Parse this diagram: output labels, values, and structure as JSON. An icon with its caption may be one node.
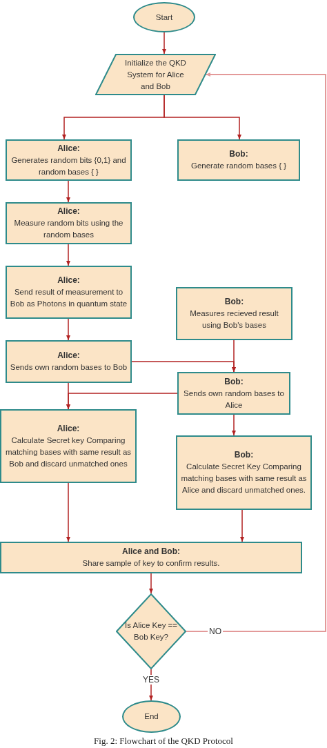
{
  "diagram": {
    "caption": "Fig. 2: Flowchart of the QKD Protocol",
    "nodes": [
      {
        "text": [
          "Start"
        ]
      },
      {
        "text": [
          "Initialize the QKD System for Alice and Bob"
        ]
      },
      {
        "text": [
          "Alice:",
          "Generates random bits {0,1} and random bases { }"
        ]
      },
      {
        "text": [
          "Bob:",
          "Generate random bases { }"
        ]
      },
      {
        "text": [
          "Alice:",
          "Measure random bits using the random bases"
        ]
      },
      {
        "text": [
          "Alice:",
          "Send result of measurement to Bob as Photons in quantum state"
        ]
      },
      {
        "text": [
          "Bob:",
          "Measures recieved result using Bob's bases"
        ]
      },
      {
        "text": [
          "Alice:",
          "Sends own random bases to Bob"
        ]
      },
      {
        "text": [
          "Bob:",
          "Sends own random bases to Alice"
        ]
      },
      {
        "text": [
          "Alice:",
          "Calculate Secret key Comparing matching bases with same result as Bob and discard unmatched ones"
        ]
      },
      {
        "text": [
          "Bob:",
          "Calculate Secret Key Comparing matching bases with same result as Alice and discard unmatched ones."
        ]
      },
      {
        "text": [
          "Alice and Bob:",
          "Share sample of key to confirm results."
        ]
      },
      {
        "text": [
          "Is Alice Key == Bob Key?"
        ]
      },
      {
        "text": [
          "End"
        ]
      }
    ],
    "edges": [
      {
        "from": 0,
        "to": 1,
        "arrow": "to"
      },
      {
        "from": 1,
        "to": 2,
        "arrow": "to"
      },
      {
        "from": 1,
        "to": 3,
        "arrow": "to"
      },
      {
        "from": 2,
        "to": 4,
        "arrow": "to"
      },
      {
        "from": 4,
        "to": 5,
        "arrow": "to"
      },
      {
        "from": 5,
        "to": 7,
        "arrow": "to"
      },
      {
        "from": 7,
        "to": 8,
        "arrow": "to"
      },
      {
        "from": 6,
        "to": 8,
        "arrow": "to"
      },
      {
        "from": 8,
        "to": 9,
        "arrow": "to"
      },
      {
        "from": 7,
        "to": 9,
        "arrow": "to"
      },
      {
        "from": 8,
        "to": 10,
        "arrow": "to"
      },
      {
        "from": 9,
        "to": 11,
        "arrow": "to"
      },
      {
        "from": 10,
        "to": 11,
        "arrow": "to"
      },
      {
        "from": 11,
        "to": 12,
        "arrow": "to"
      },
      {
        "from": 12,
        "to": 13,
        "arrow": "to",
        "label": "YES"
      },
      {
        "from": 12,
        "to": 1,
        "arrow": "to",
        "label": "NO",
        "color": "#e39a9a"
      }
    ]
  }
}
